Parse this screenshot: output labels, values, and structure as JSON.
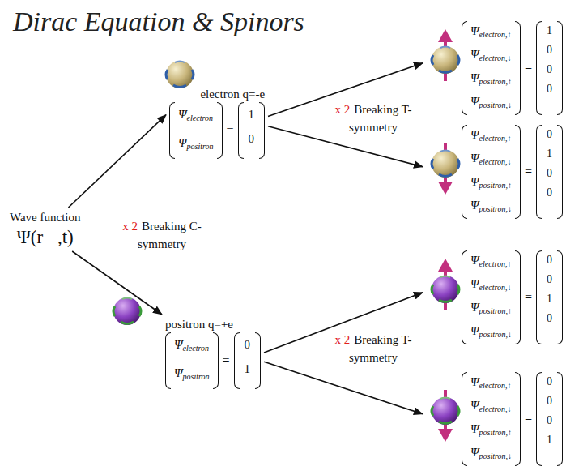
{
  "diagram": {
    "title": "Dirac Equation & Spinors",
    "nodes": [
      {
        "text": [
          "Wave function",
          "Ψ(r⃗,t)"
        ]
      },
      {
        "text": [
          "electron q=-e",
          "Ψelectron",
          "Ψpositron",
          "=",
          "1",
          "0"
        ]
      },
      {
        "text": [
          "positron q=+e",
          "Ψelectron",
          "Ψpositron",
          "=",
          "0",
          "1"
        ]
      },
      {
        "text": [
          "Ψelectron,↑",
          "Ψelectron,↓",
          "Ψpositron,↑",
          "Ψpositron,↓",
          "=",
          "1",
          "0",
          "0",
          "0"
        ]
      },
      {
        "text": [
          "Ψelectron,↑",
          "Ψelectron,↓",
          "Ψpositron,↑",
          "Ψpositron,↓",
          "=",
          "0",
          "1",
          "0",
          "0"
        ]
      },
      {
        "text": [
          "Ψelectron,↑",
          "Ψelectron,↓",
          "Ψpositron,↑",
          "Ψpositron,↓",
          "=",
          "0",
          "0",
          "1",
          "0"
        ]
      },
      {
        "text": [
          "Ψelectron,↑",
          "Ψelectron,↓",
          "Ψpositron,↑",
          "Ψpositron,↓",
          "=",
          "0",
          "0",
          "0",
          "1"
        ]
      }
    ],
    "edges": [
      {
        "from": 0,
        "to": 1,
        "arrow": "to"
      },
      {
        "from": 0,
        "to": 2,
        "arrow": "to"
      },
      {
        "from": 1,
        "to": 3,
        "arrow": "to"
      },
      {
        "from": 1,
        "to": 4,
        "arrow": "to"
      },
      {
        "from": 2,
        "to": 5,
        "arrow": "to"
      },
      {
        "from": 2,
        "to": 6,
        "arrow": "to"
      }
    ],
    "labels": [
      "x 2",
      "Breaking C-symmetry",
      "x 2",
      "Breaking T-symmetry",
      "x 2",
      "Breaking T-symmetry"
    ]
  }
}
